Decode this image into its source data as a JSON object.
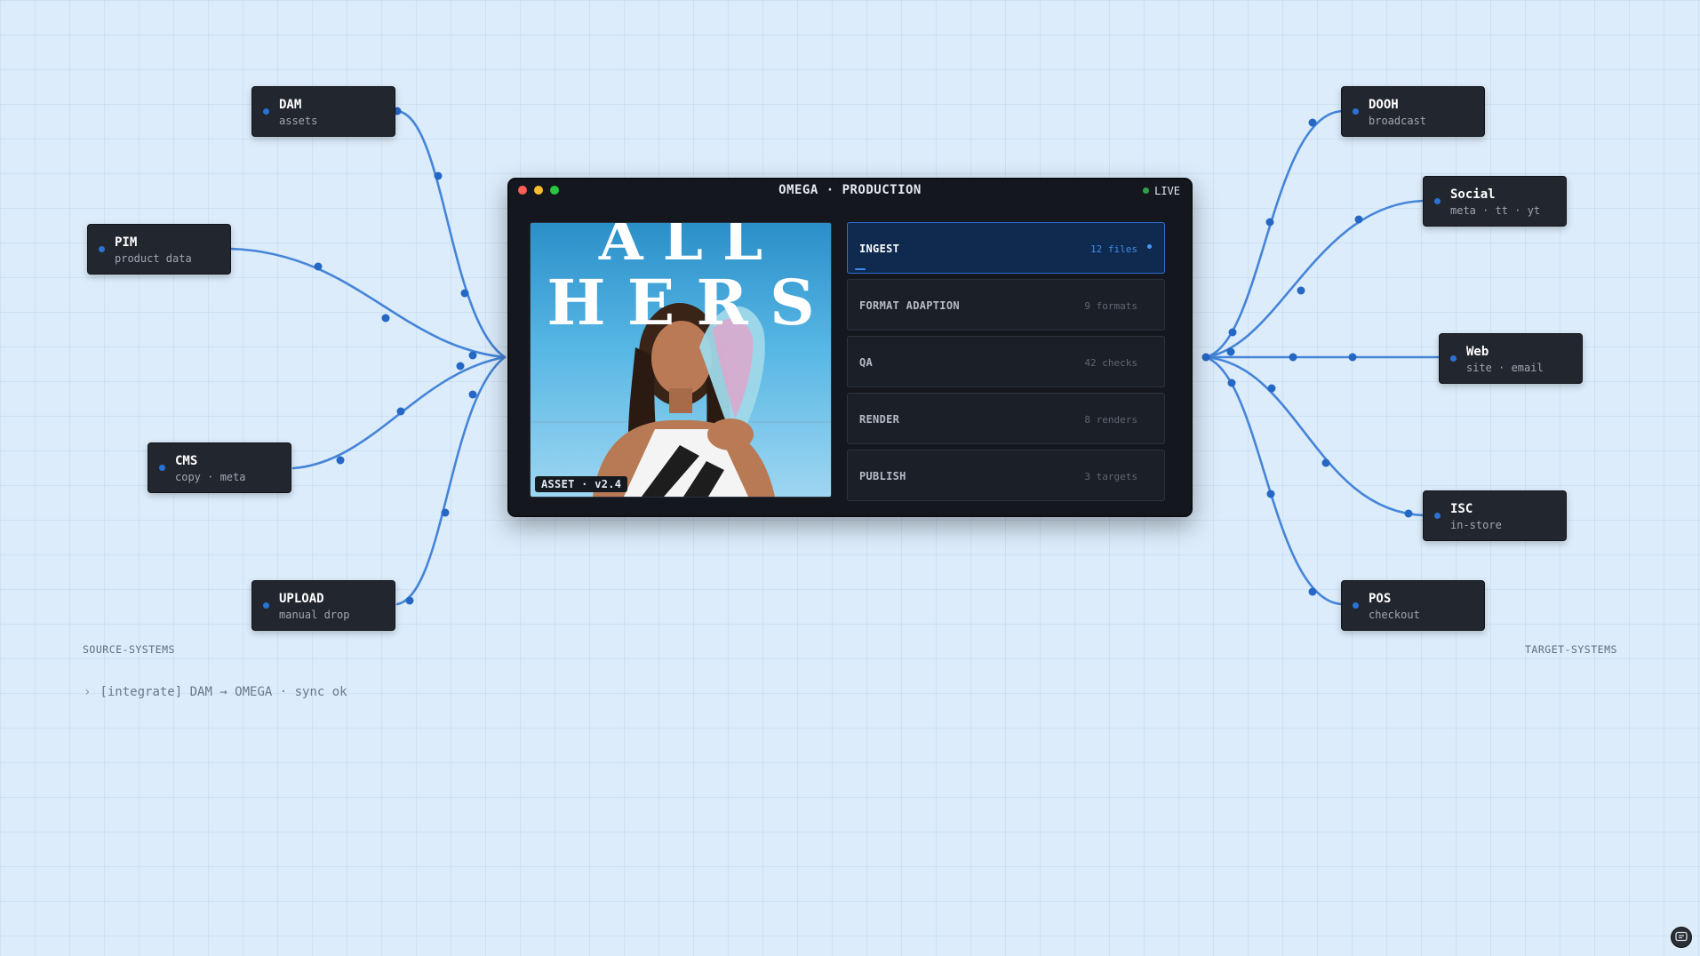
{
  "window": {
    "title": "OMEGA · PRODUCTION",
    "status": "LIVE",
    "hero_lines": [
      "A L L",
      "H E R S"
    ],
    "asset_badge": "ASSET · v2.4"
  },
  "pipeline": [
    {
      "label": "INGEST",
      "count": "12 files",
      "active": true
    },
    {
      "label": "FORMAT ADAPTION",
      "count": "9 formats",
      "active": false
    },
    {
      "label": "QA",
      "count": "42 checks",
      "active": false
    },
    {
      "label": "RENDER",
      "count": "8 renders",
      "active": false
    },
    {
      "label": "PUBLISH",
      "count": "3 targets",
      "active": false
    }
  ],
  "sources": {
    "label": "SOURCE-SYSTEMS",
    "nodes": [
      {
        "id": "dam",
        "title": "DAM",
        "sub": "assets"
      },
      {
        "id": "pim",
        "title": "PIM",
        "sub": "product data"
      },
      {
        "id": "cms",
        "title": "CMS",
        "sub": "copy · meta"
      },
      {
        "id": "upload",
        "title": "UPLOAD",
        "sub": "manual drop"
      }
    ]
  },
  "targets": {
    "label": "TARGET-SYSTEMS",
    "nodes": [
      {
        "id": "dooh",
        "title": "DOOH",
        "sub": "broadcast"
      },
      {
        "id": "social",
        "title": "Social",
        "sub": "meta · tt · yt"
      },
      {
        "id": "web",
        "title": "Web",
        "sub": "site · email"
      },
      {
        "id": "isc",
        "title": "ISC",
        "sub": "in-store"
      },
      {
        "id": "pos",
        "title": "POS",
        "sub": "checkout"
      }
    ]
  },
  "log": {
    "chevron": "›",
    "text": "[integrate] DAM → OMEGA · sync ok"
  },
  "colors": {
    "wire": "#2a6fcf",
    "node_bg": "#22262e",
    "accent": "#3e8bf0"
  },
  "icons": {
    "chat": "chat-bubble-icon"
  }
}
